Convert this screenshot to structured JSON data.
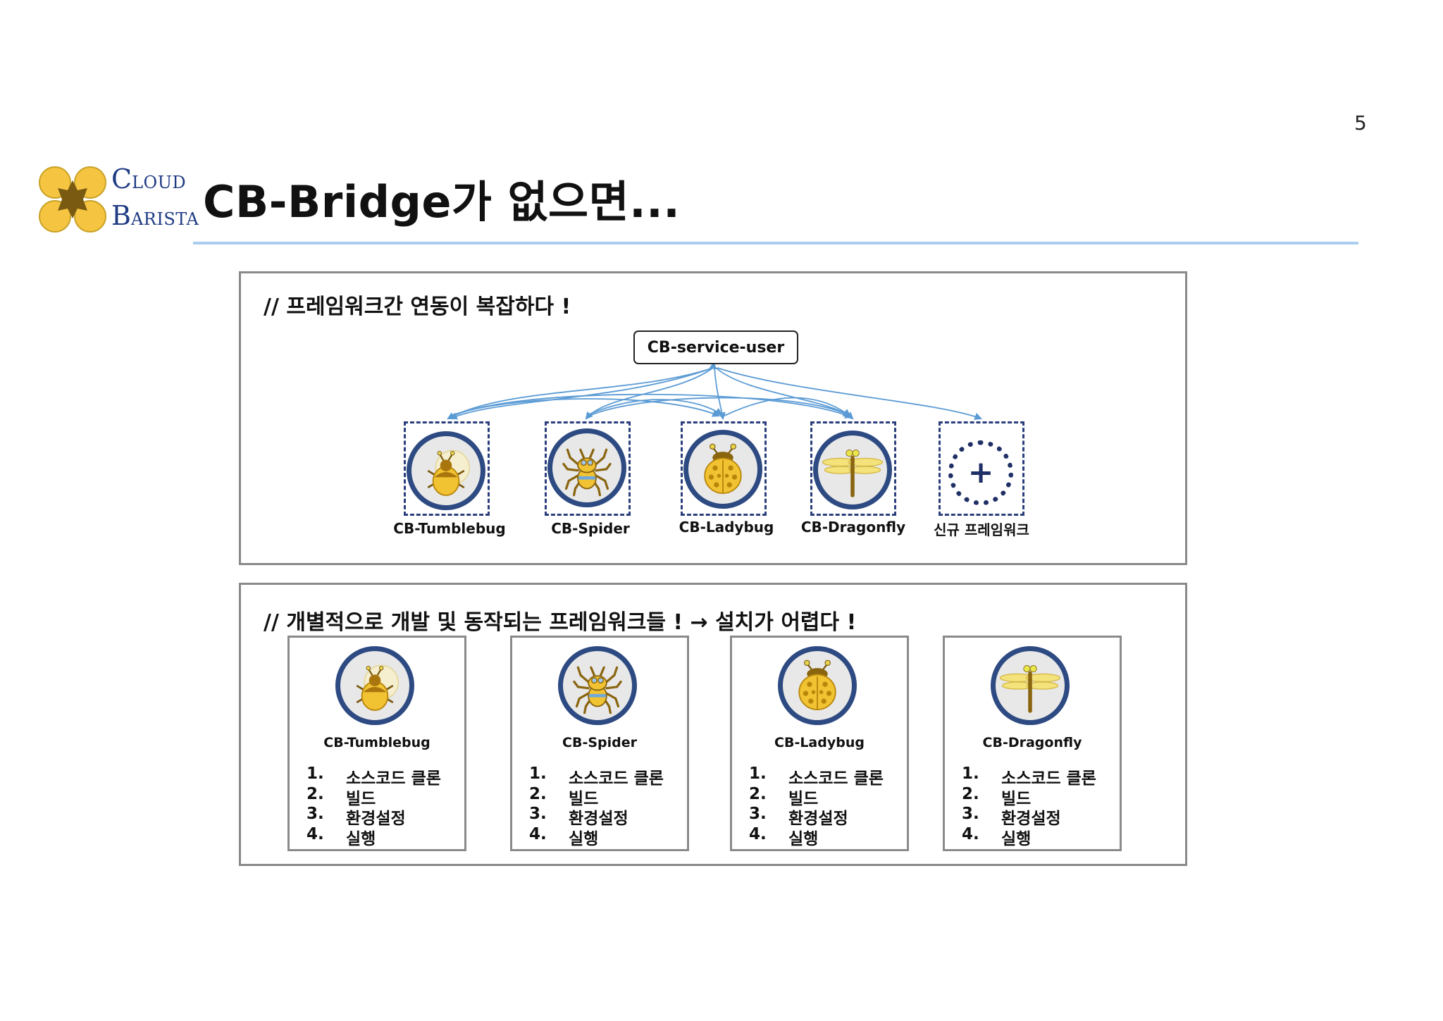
{
  "page_number": "5",
  "title": "CB-Bridge가 없으면...",
  "logo": {
    "word1_first": "C",
    "word1_rest": "LOUD",
    "word2_first": "B",
    "word2_rest": "ARISTA",
    "colors": {
      "petal": "#f5c542",
      "center": "#7a5a10",
      "text": "#1f3b84"
    }
  },
  "panel_top": {
    "title": "// 프레임워크간 연동이 복잡하다 !",
    "user_box": "CB-service-user",
    "nodes": [
      {
        "label": "CB-Tumblebug",
        "icon": "tumblebug-icon"
      },
      {
        "label": "CB-Spider",
        "icon": "spider-icon"
      },
      {
        "label": "CB-Ladybug",
        "icon": "ladybug-icon"
      },
      {
        "label": "CB-Dragonfly",
        "icon": "dragonfly-icon"
      },
      {
        "label": "신규 프레임워크",
        "icon": "plus-icon"
      }
    ],
    "colors": {
      "arrow": "#5b9bd5",
      "dashed_border": "#2a3e7c",
      "circle_border": "#2d4a82"
    }
  },
  "panel_bottom": {
    "title": "// 개별적으로 개발 및 동작되는 프레임워크들 ! → 설치가 어렵다 !",
    "cards": [
      {
        "name": "CB-Tumblebug",
        "icon": "tumblebug-icon",
        "steps": [
          {
            "n": "1.",
            "t": "소스코드 클론"
          },
          {
            "n": "2.",
            "t": "빌드"
          },
          {
            "n": "3.",
            "t": "환경설정"
          },
          {
            "n": "4.",
            "t": "실행"
          }
        ]
      },
      {
        "name": "CB-Spider",
        "icon": "spider-icon",
        "steps": [
          {
            "n": "1.",
            "t": "소스코드 클론"
          },
          {
            "n": "2.",
            "t": "빌드"
          },
          {
            "n": "3.",
            "t": "환경설정"
          },
          {
            "n": "4.",
            "t": "실행"
          }
        ]
      },
      {
        "name": "CB-Ladybug",
        "icon": "ladybug-icon",
        "steps": [
          {
            "n": "1.",
            "t": "소스코드 클론"
          },
          {
            "n": "2.",
            "t": "빌드"
          },
          {
            "n": "3.",
            "t": "환경설정"
          },
          {
            "n": "4.",
            "t": "실행"
          }
        ]
      },
      {
        "name": "CB-Dragonfly",
        "icon": "dragonfly-icon",
        "steps": [
          {
            "n": "1.",
            "t": "소스코드 클론"
          },
          {
            "n": "2.",
            "t": "빌드"
          },
          {
            "n": "3.",
            "t": "환경설정"
          },
          {
            "n": "4.",
            "t": "실행"
          }
        ]
      }
    ]
  },
  "colors": {
    "rule": "#a9cdec",
    "panel_border": "#8a8a8a"
  }
}
